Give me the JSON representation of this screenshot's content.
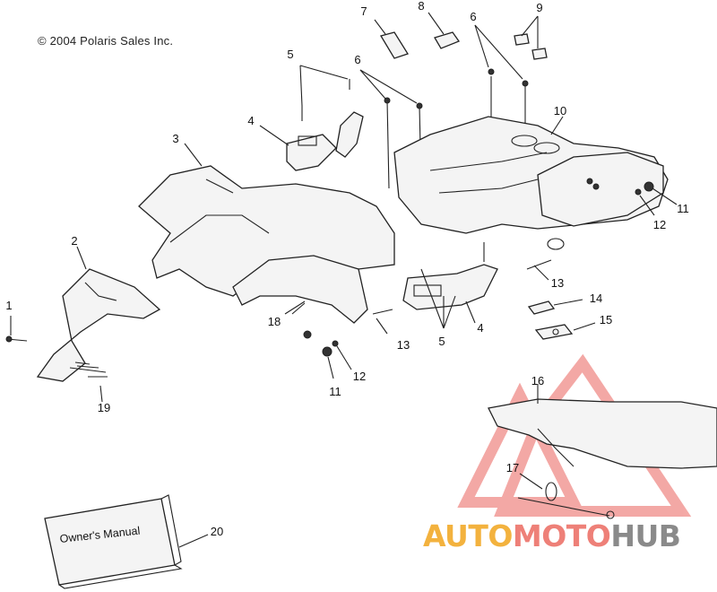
{
  "copyright": "© 2004 Polaris Sales Inc.",
  "callouts": [
    {
      "id": "c1",
      "text": "1"
    },
    {
      "id": "c2",
      "text": "2"
    },
    {
      "id": "c3",
      "text": "3"
    },
    {
      "id": "c4a",
      "text": "4"
    },
    {
      "id": "c4b",
      "text": "4"
    },
    {
      "id": "c5a",
      "text": "5"
    },
    {
      "id": "c5b",
      "text": "5"
    },
    {
      "id": "c6a",
      "text": "6"
    },
    {
      "id": "c6b",
      "text": "6"
    },
    {
      "id": "c7",
      "text": "7"
    },
    {
      "id": "c8",
      "text": "8"
    },
    {
      "id": "c9",
      "text": "9"
    },
    {
      "id": "c10",
      "text": "10"
    },
    {
      "id": "c11a",
      "text": "11"
    },
    {
      "id": "c11b",
      "text": "11"
    },
    {
      "id": "c12a",
      "text": "12"
    },
    {
      "id": "c12b",
      "text": "12"
    },
    {
      "id": "c13a",
      "text": "13"
    },
    {
      "id": "c13b",
      "text": "13"
    },
    {
      "id": "c14",
      "text": "14"
    },
    {
      "id": "c15",
      "text": "15"
    },
    {
      "id": "c16",
      "text": "16"
    },
    {
      "id": "c17",
      "text": "17"
    },
    {
      "id": "c18",
      "text": "18"
    },
    {
      "id": "c19",
      "text": "19"
    },
    {
      "id": "c20",
      "text": "20"
    }
  ],
  "manual_label": "Owner's Manual",
  "watermark": {
    "part1": "AUTO",
    "part2": "MOTO",
    "part3": "HUB",
    "color_auto": "#f3b23e",
    "color_moto": "#ee8078",
    "color_hub": "#8a8a8a",
    "logo_color": "#f08c88"
  }
}
